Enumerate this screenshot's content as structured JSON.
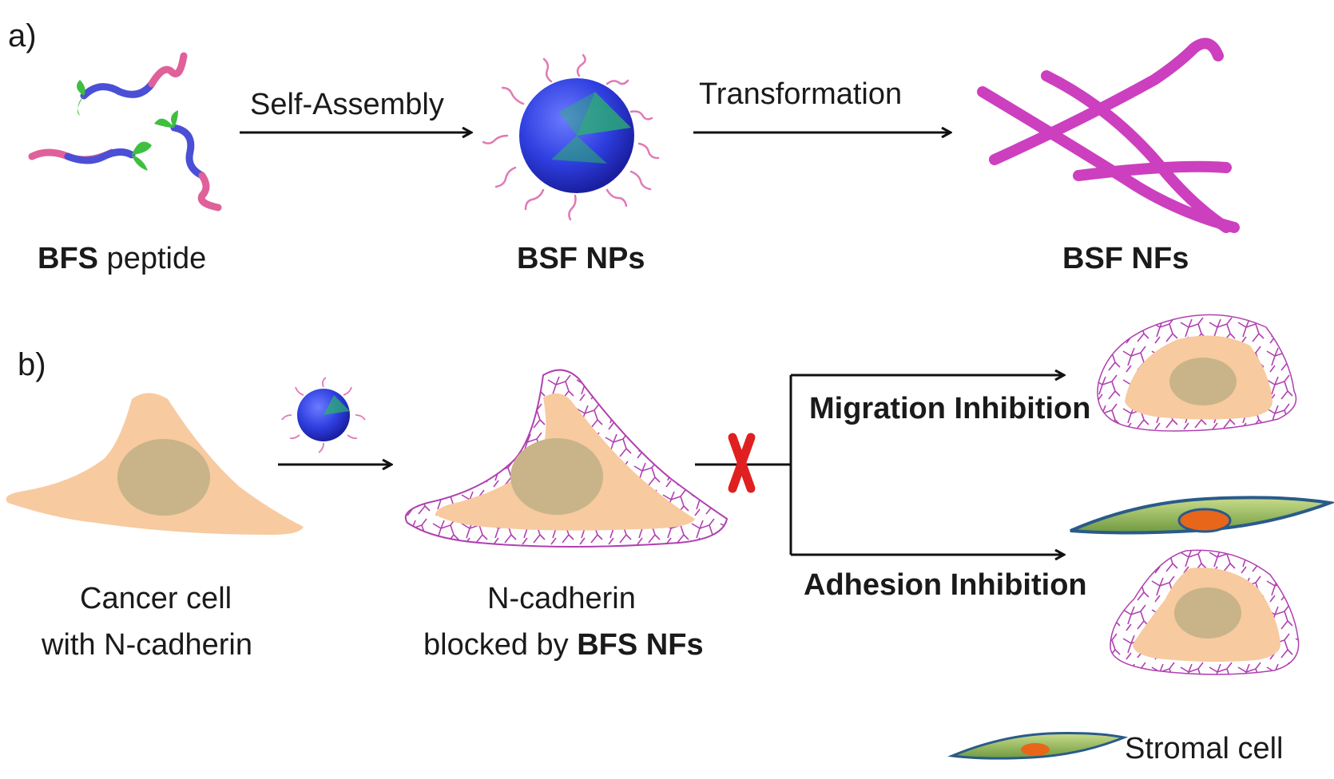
{
  "panel_a": {
    "label": "a)",
    "peptide_label_bold": "BFS",
    "peptide_label_rest": " peptide",
    "step1_arrow_label": "Self-Assembly",
    "nanoparticle_label": "BSF NPs",
    "step2_arrow_label": "Transformation",
    "nanofiber_label": "BSF NFs"
  },
  "panel_b": {
    "label": "b)",
    "cancer_cell_line1": "Cancer cell",
    "cancer_cell_line2": "with N-cadherin",
    "blocked_line1": "N-cadherin",
    "blocked_line2_rest": "blocked by ",
    "blocked_line2_bold": "BFS NFs",
    "migration_label": "Migration Inhibition",
    "adhesion_label": "Adhesion Inhibition",
    "legend_label": "Stromal cell"
  },
  "colors": {
    "peptide_blue": "#4a4fd6",
    "peptide_pink": "#e0609a",
    "peptide_green": "#3fbf3f",
    "sphere_blue": "#2f3fe0",
    "fiber_magenta": "#cc3fbf",
    "cell_body": "#f7caa0",
    "cell_nucleus": "#c9b489",
    "mesh_purple": "#b040b0",
    "block_red": "#e02020",
    "stromal_green": "#8fb25a",
    "stromal_outline": "#2a5a8a",
    "stromal_nucleus": "#e8661a"
  }
}
